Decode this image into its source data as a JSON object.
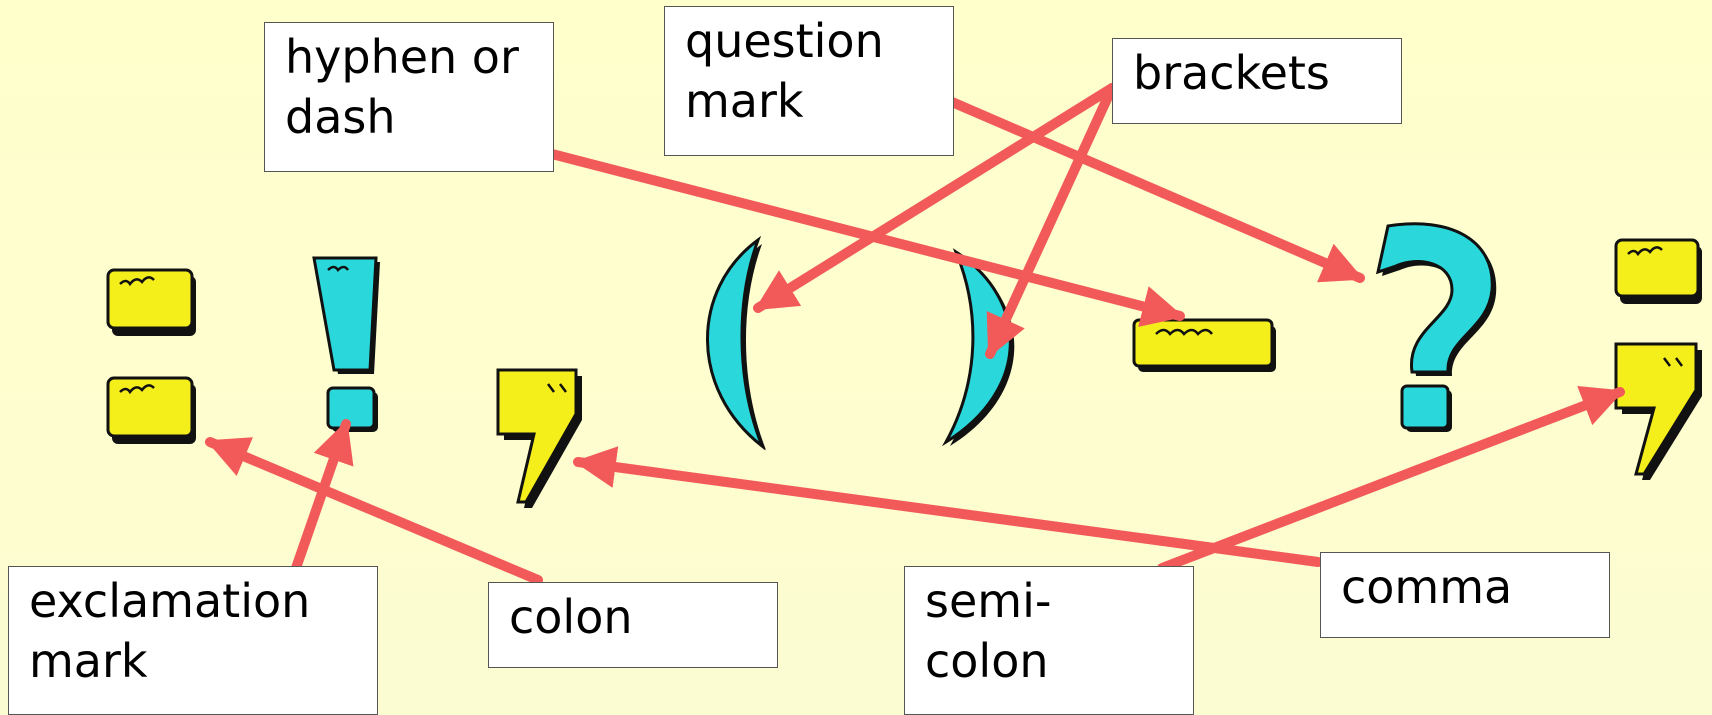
{
  "labels": {
    "hyphen": [
      "hyphen or",
      "dash"
    ],
    "question": [
      "question",
      "mark"
    ],
    "brackets": [
      "brackets"
    ],
    "exclamation": [
      "exclamation",
      "mark"
    ],
    "colon": [
      "colon"
    ],
    "semicolon": [
      "semi-",
      "colon"
    ],
    "comma": [
      "comma"
    ]
  },
  "colors": {
    "background": "#ffffcc",
    "yellow_symbol": "#f4ee1a",
    "cyan_symbol": "#2ad8dc",
    "arrow": "#f25a5a"
  }
}
